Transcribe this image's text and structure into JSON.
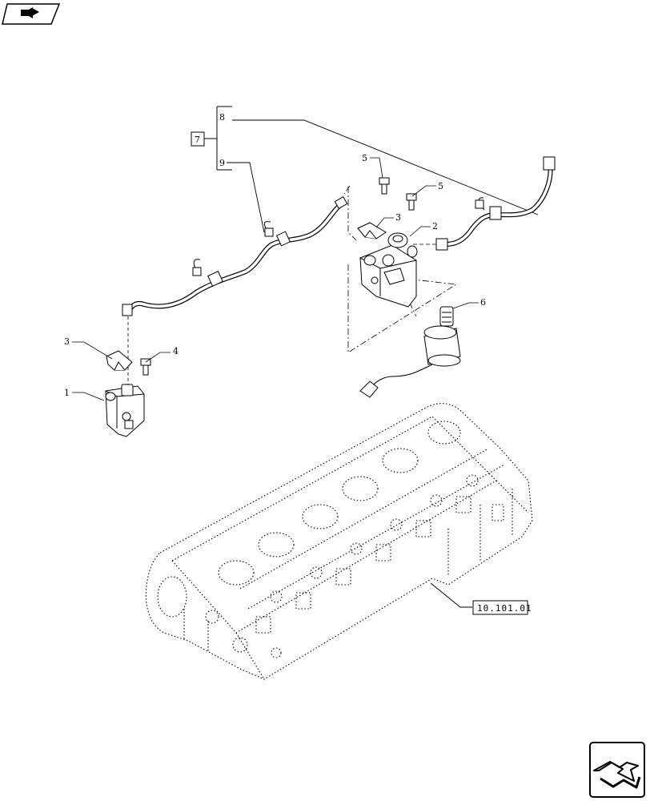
{
  "callouts": {
    "c1": "1",
    "c2": "2",
    "c3a": "3",
    "c3b": "3",
    "c4": "4",
    "c5a": "5",
    "c5b": "5",
    "c6": "6",
    "c7": "7",
    "c8": "8",
    "c9": "9"
  },
  "reference": {
    "engine_head": "10.101.01"
  },
  "icons": {
    "top_nav": "previous-page-arrow-icon",
    "bottom_nav": "next-page-arrow-icon"
  },
  "colors": {
    "line": "#000000",
    "background": "#ffffff"
  }
}
